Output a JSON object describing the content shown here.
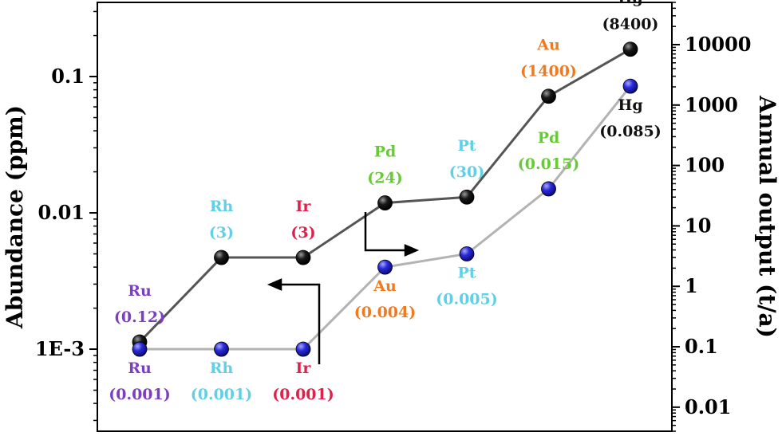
{
  "chart_data": {
    "type": "line",
    "categories": [
      "Ru",
      "Rh",
      "Ir",
      "Pd",
      "Pt",
      "Au",
      "Hg"
    ],
    "ylabel": "Abundance (ppm)",
    "y2label": "Annual output (t/a)",
    "left_axis": {
      "scale": "log",
      "ylim": [
        0.00025,
        0.35
      ],
      "ticks": [
        {
          "value": 0.001,
          "label": "1E-3"
        },
        {
          "value": 0.01,
          "label": "0.01"
        },
        {
          "value": 0.1,
          "label": "0.1"
        }
      ]
    },
    "right_axis": {
      "scale": "log",
      "ylim": [
        0.004,
        50000
      ],
      "ticks": [
        {
          "value": 0.01,
          "label": "0.01"
        },
        {
          "value": 0.1,
          "label": "0.1"
        },
        {
          "value": 1,
          "label": "1"
        },
        {
          "value": 10,
          "label": "10"
        },
        {
          "value": 100,
          "label": "100"
        },
        {
          "value": 1000,
          "label": "1000"
        },
        {
          "value": 10000,
          "label": "10000"
        }
      ]
    },
    "series": [
      {
        "axis": "right",
        "marker_color": "#1a1a1a",
        "line_color": "#555555",
        "points": [
          {
            "element": "Ru",
            "value": 0.12,
            "value_label": "(0.12)"
          },
          {
            "element": "Rh",
            "value": 3,
            "value_label": "(3)"
          },
          {
            "element": "Ir",
            "value": 3,
            "value_label": "(3)"
          },
          {
            "element": "Pd",
            "value": 24,
            "value_label": "(24)"
          },
          {
            "element": "Pt",
            "value": 30,
            "value_label": "(30)"
          },
          {
            "element": "Au",
            "value": 1400,
            "value_label": "(1400)"
          },
          {
            "element": "Hg",
            "value": 8400,
            "value_label": "(8400)"
          }
        ]
      },
      {
        "axis": "left",
        "marker_color": "#2b2bd9",
        "line_color": "#b3b3b3",
        "points": [
          {
            "element": "Ru",
            "value": 0.001,
            "value_label": "(0.001)"
          },
          {
            "element": "Rh",
            "value": 0.001,
            "value_label": "(0.001)"
          },
          {
            "element": "Ir",
            "value": 0.001,
            "value_label": "(0.001)"
          },
          {
            "element": "Au",
            "value": 0.004,
            "value_label": "(0.004)"
          },
          {
            "element": "Pt",
            "value": 0.005,
            "value_label": "(0.005)"
          },
          {
            "element": "Pd",
            "value": 0.015,
            "value_label": "(0.015)"
          },
          {
            "element": "Hg",
            "value": 0.085,
            "value_label": "(0.085)"
          }
        ]
      }
    ],
    "element_colors": {
      "Ru": "#7b3fbf",
      "Rh": "#5fd0e8",
      "Ir": "#e0204a",
      "Pd": "#66cc33",
      "Pt": "#5fd0e8",
      "Au": "#f07a1f",
      "Hg": "#111111"
    },
    "grid": false
  }
}
